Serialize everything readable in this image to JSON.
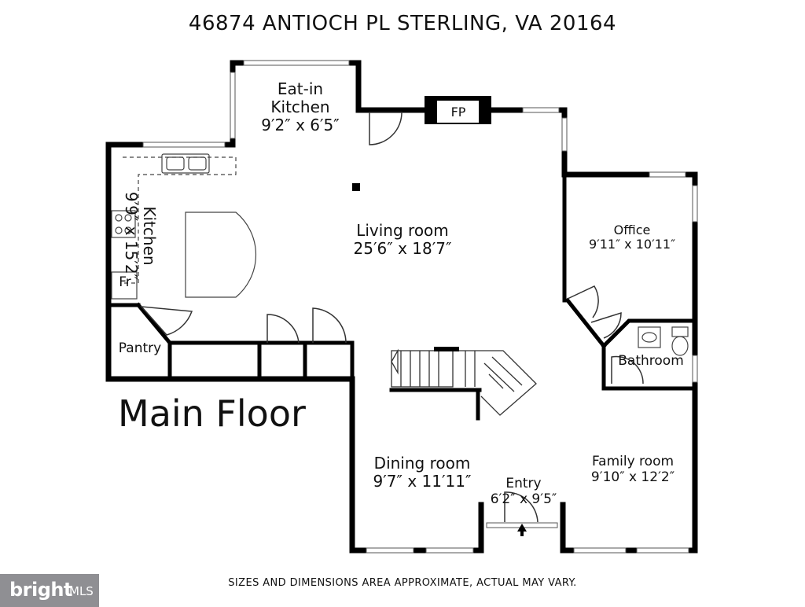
{
  "address": "46874 ANTIOCH PL STERLING, VA 20164",
  "floor_title": "Main Floor",
  "disclaimer": "SIZES AND DIMENSIONS AREA APPROXIMATE, ACTUAL MAY VARY.",
  "rooms": {
    "eat_in_kitchen": {
      "name_line1": "Eat-in",
      "name_line2": "Kitchen",
      "dims": "9′2″ x 6′5″"
    },
    "kitchen": {
      "name": "Kitchen",
      "dims": "9′9″ x 15′2″"
    },
    "living_room": {
      "name": "Living room",
      "dims": "25′6″ x 18′7″"
    },
    "office": {
      "name": "Office",
      "dims": "9′11″ x 10′11″"
    },
    "bathroom": {
      "name": "Bathroom"
    },
    "pantry": {
      "name": "Pantry"
    },
    "dining_room": {
      "name": "Dining room",
      "dims": "9′7″ x 11′11″"
    },
    "entry": {
      "name": "Entry",
      "dims": "6′2″ x 9′5″"
    },
    "family_room": {
      "name": "Family room",
      "dims": "9′10″ x 12′2″"
    }
  },
  "fixtures": {
    "fireplace": "FP",
    "fridge": "Fr"
  },
  "logo": {
    "brand": "bright",
    "suffix": "MLS"
  },
  "colors": {
    "wall": "#000000",
    "logo_bg": "#8f8f93",
    "background": "#ffffff"
  }
}
